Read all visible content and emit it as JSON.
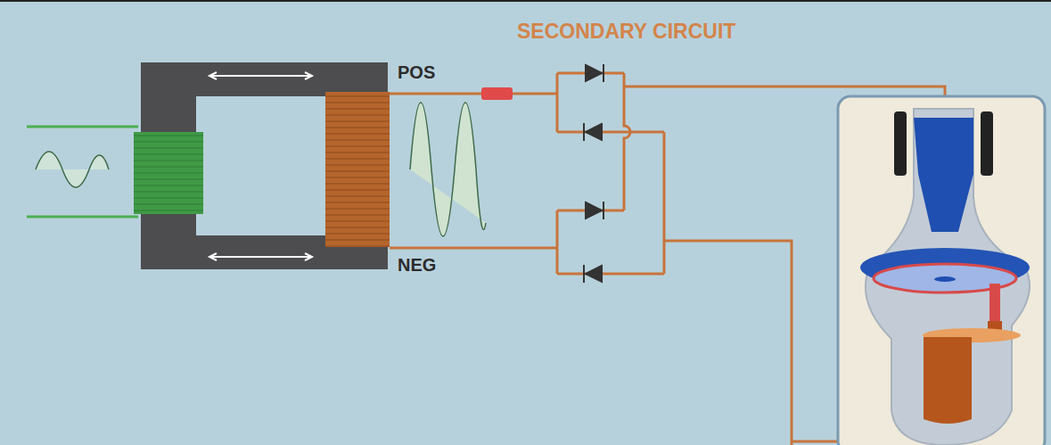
{
  "diagram": {
    "title": "SECONDARY CIRCUIT",
    "labels": [
      "POS",
      "NEG"
    ]
  }
}
